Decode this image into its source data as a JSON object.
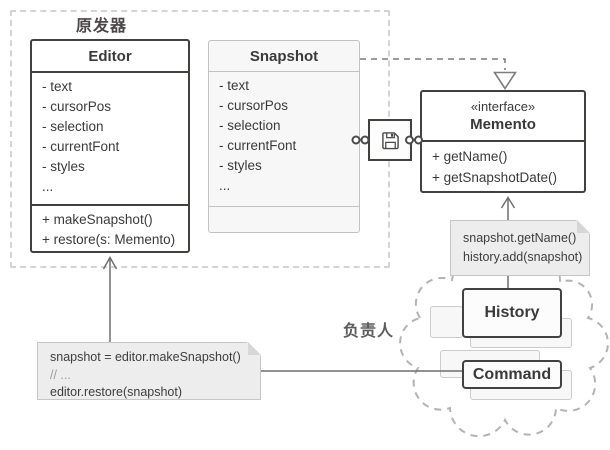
{
  "labels": {
    "originator": "原发器",
    "caretaker": "负责人"
  },
  "classes": {
    "editor": {
      "title": "Editor",
      "attributes": [
        "- text",
        "- cursorPos",
        "- selection",
        "- currentFont",
        "- styles",
        "..."
      ],
      "methods": [
        "+ makeSnapshot()",
        "+ restore(s: Memento)"
      ]
    },
    "snapshot": {
      "title": "Snapshot",
      "attributes": [
        "- text",
        "- cursorPos",
        "- selection",
        "- currentFont",
        "- styles",
        "..."
      ],
      "methods": []
    },
    "memento": {
      "stereotype": "«interface»",
      "title": "Memento",
      "methods": [
        "+ getName()",
        "+ getSnapshotDate()"
      ]
    },
    "history": {
      "title": "History"
    },
    "command": {
      "title": "Command"
    }
  },
  "notes": {
    "memento_usage": {
      "lines": [
        "snapshot.getName()",
        "history.add(snapshot)"
      ]
    },
    "editor_usage": {
      "lines": [
        "snapshot = editor.makeSnapshot()",
        "// ...",
        "editor.restore(snapshot)"
      ]
    }
  },
  "icons": {
    "center": "floppy-disk-icon"
  },
  "colors": {
    "box_border_dark": "#43403d",
    "box_border_light": "#c2c2c2",
    "note_bg": "#ededed",
    "connector_line": "#6f6f6f",
    "dashed_region": "#d4d4d4",
    "cloud_border": "#b3b3b3",
    "originator_label": "#4c4647",
    "caretaker_label": "#5c5c5c"
  }
}
